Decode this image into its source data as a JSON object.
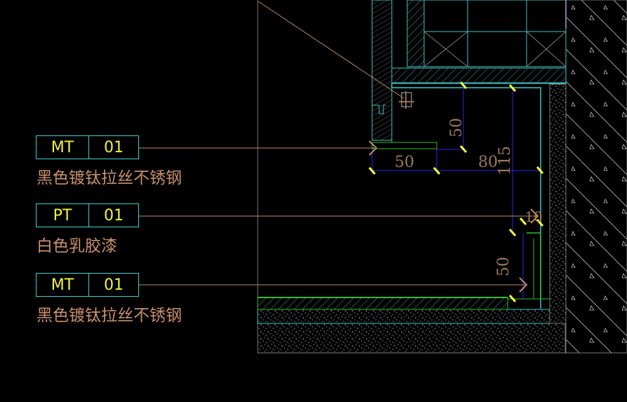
{
  "callouts": [
    {
      "code": "MT",
      "number": "01",
      "material": "黑色镀钛拉丝不锈钢"
    },
    {
      "code": "PT",
      "number": "01",
      "material": "白色乳胶漆"
    },
    {
      "code": "MT",
      "number": "01",
      "material": "黑色镀钛拉丝不锈钢"
    }
  ],
  "dimensions": {
    "d_top_50": "50",
    "d_horiz_50": "50",
    "d_80": "80",
    "d_115": "115",
    "d_10": "10",
    "d_bottom_50": "50"
  },
  "colors": {
    "background": "#000000",
    "tag_border": "#3fd0d0",
    "tag_text": "#f2f23a",
    "material_text": "#c9906a",
    "leader": "#c08a60",
    "cyan": "#3fc6c6",
    "blue": "#2a2ae8",
    "green": "#2ec02e",
    "yellow": "#ffff33"
  }
}
